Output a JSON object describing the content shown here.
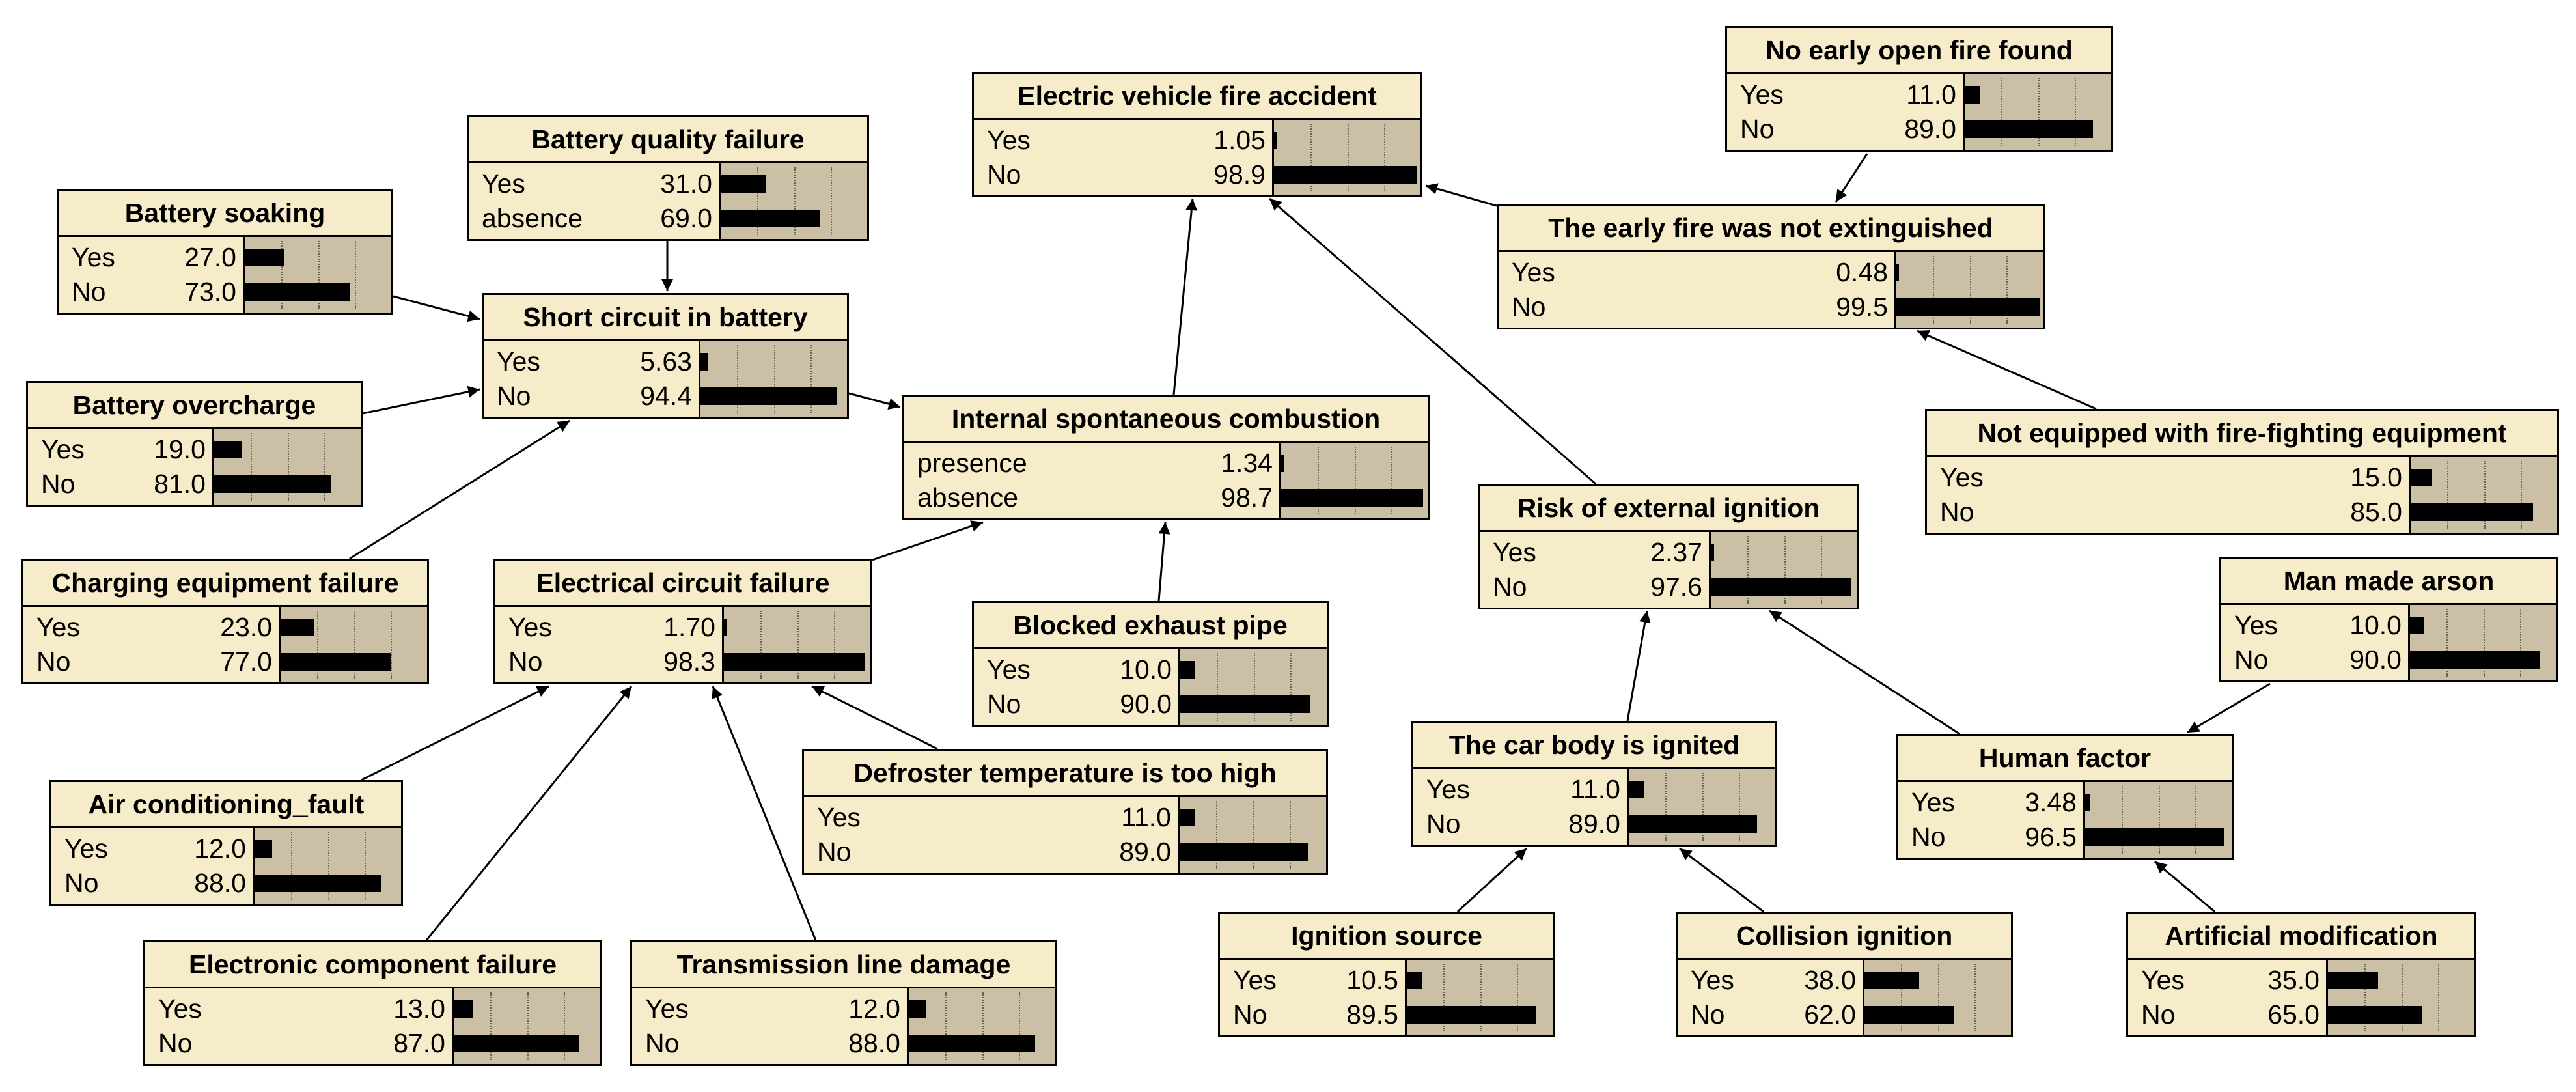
{
  "colors": {
    "node_fill": "#f6ecc9",
    "bar_panel": "#cbbfa6",
    "bar": "#000000",
    "edge": "#000000"
  },
  "nodes": {
    "ev_fire": {
      "title": "Electric vehicle fire accident",
      "states": [
        {
          "name": "Yes",
          "value": "1.05",
          "fraction": 0.0105
        },
        {
          "name": "No",
          "value": "98.9",
          "fraction": 0.989
        }
      ]
    },
    "early_fire": {
      "title": "No early open fire found",
      "states": [
        {
          "name": "Yes",
          "value": "11.0",
          "fraction": 0.11
        },
        {
          "name": "No",
          "value": "89.0",
          "fraction": 0.89
        }
      ]
    },
    "not_extinguished": {
      "title": "The early fire was not extinguished",
      "states": [
        {
          "name": "Yes",
          "value": "0.48",
          "fraction": 0.0048
        },
        {
          "name": "No",
          "value": "99.5",
          "fraction": 0.995
        }
      ]
    },
    "not_equipped": {
      "title": "Not equipped with fire-fighting equipment",
      "states": [
        {
          "name": "Yes",
          "value": "15.0",
          "fraction": 0.15
        },
        {
          "name": "No",
          "value": "85.0",
          "fraction": 0.85
        }
      ]
    },
    "battery_quality": {
      "title": "Battery quality failure",
      "states": [
        {
          "name": "Yes",
          "value": "31.0",
          "fraction": 0.31
        },
        {
          "name": "absence",
          "value": "69.0",
          "fraction": 0.69
        }
      ]
    },
    "battery_soaking": {
      "title": "Battery soaking",
      "states": [
        {
          "name": "Yes",
          "value": "27.0",
          "fraction": 0.27
        },
        {
          "name": "No",
          "value": "73.0",
          "fraction": 0.73
        }
      ]
    },
    "short_circuit": {
      "title": "Short circuit in battery",
      "states": [
        {
          "name": "Yes",
          "value": "5.63",
          "fraction": 0.0563
        },
        {
          "name": "No",
          "value": "94.4",
          "fraction": 0.944
        }
      ]
    },
    "battery_overcharge": {
      "title": "Battery overcharge",
      "states": [
        {
          "name": "Yes",
          "value": "19.0",
          "fraction": 0.19
        },
        {
          "name": "No",
          "value": "81.0",
          "fraction": 0.81
        }
      ]
    },
    "internal_combustion": {
      "title": "Internal spontaneous combustion",
      "states": [
        {
          "name": "presence",
          "value": "1.34",
          "fraction": 0.0134
        },
        {
          "name": "absence",
          "value": "98.7",
          "fraction": 0.987
        }
      ]
    },
    "charging_failure": {
      "title": "Charging equipment failure",
      "states": [
        {
          "name": "Yes",
          "value": "23.0",
          "fraction": 0.23
        },
        {
          "name": "No",
          "value": "77.0",
          "fraction": 0.77
        }
      ]
    },
    "electrical_circuit": {
      "title": "Electrical circuit failure",
      "states": [
        {
          "name": "Yes",
          "value": "1.70",
          "fraction": 0.017
        },
        {
          "name": "No",
          "value": "98.3",
          "fraction": 0.983
        }
      ]
    },
    "blocked_exhaust": {
      "title": "Blocked exhaust pipe",
      "states": [
        {
          "name": "Yes",
          "value": "10.0",
          "fraction": 0.1
        },
        {
          "name": "No",
          "value": "90.0",
          "fraction": 0.9
        }
      ]
    },
    "external_ignition": {
      "title": "Risk of external ignition",
      "states": [
        {
          "name": "Yes",
          "value": "2.37",
          "fraction": 0.0237
        },
        {
          "name": "No",
          "value": "97.6",
          "fraction": 0.976
        }
      ]
    },
    "man_made_arson": {
      "title": "Man made arson",
      "states": [
        {
          "name": "Yes",
          "value": "10.0",
          "fraction": 0.1
        },
        {
          "name": "No",
          "value": "90.0",
          "fraction": 0.9
        }
      ]
    },
    "car_body_ignited": {
      "title": "The car body is ignited",
      "states": [
        {
          "name": "Yes",
          "value": "11.0",
          "fraction": 0.11
        },
        {
          "name": "No",
          "value": "89.0",
          "fraction": 0.89
        }
      ]
    },
    "human_factor": {
      "title": "Human factor",
      "states": [
        {
          "name": "Yes",
          "value": "3.48",
          "fraction": 0.0348
        },
        {
          "name": "No",
          "value": "96.5",
          "fraction": 0.965
        }
      ]
    },
    "defroster": {
      "title": "Defroster temperature is too high",
      "states": [
        {
          "name": "Yes",
          "value": "11.0",
          "fraction": 0.11
        },
        {
          "name": "No",
          "value": "89.0",
          "fraction": 0.89
        }
      ]
    },
    "air_conditioning": {
      "title": "Air conditioning_fault",
      "states": [
        {
          "name": "Yes",
          "value": "12.0",
          "fraction": 0.12
        },
        {
          "name": "No",
          "value": "88.0",
          "fraction": 0.88
        }
      ]
    },
    "electronic_component": {
      "title": "Electronic component failure",
      "states": [
        {
          "name": "Yes",
          "value": "13.0",
          "fraction": 0.13
        },
        {
          "name": "No",
          "value": "87.0",
          "fraction": 0.87
        }
      ]
    },
    "transmission_line": {
      "title": "Transmission line damage",
      "states": [
        {
          "name": "Yes",
          "value": "12.0",
          "fraction": 0.12
        },
        {
          "name": "No",
          "value": "88.0",
          "fraction": 0.88
        }
      ]
    },
    "ignition_source": {
      "title": "Ignition source",
      "states": [
        {
          "name": "Yes",
          "value": "10.5",
          "fraction": 0.105
        },
        {
          "name": "No",
          "value": "89.5",
          "fraction": 0.895
        }
      ]
    },
    "collision_ignition": {
      "title": "Collision ignition",
      "states": [
        {
          "name": "Yes",
          "value": "38.0",
          "fraction": 0.38
        },
        {
          "name": "No",
          "value": "62.0",
          "fraction": 0.62
        }
      ]
    },
    "artificial_modification": {
      "title": "Artificial modification",
      "states": [
        {
          "name": "Yes",
          "value": "35.0",
          "fraction": 0.35
        },
        {
          "name": "No",
          "value": "65.0",
          "fraction": 0.65
        }
      ]
    }
  },
  "edges": [
    {
      "from": "early_fire",
      "to": "not_extinguished"
    },
    {
      "from": "not_extinguished",
      "to": "ev_fire"
    },
    {
      "from": "not_equipped",
      "to": "not_extinguished"
    },
    {
      "from": "internal_combustion",
      "to": "ev_fire"
    },
    {
      "from": "external_ignition",
      "to": "ev_fire"
    },
    {
      "from": "battery_quality",
      "to": "short_circuit"
    },
    {
      "from": "battery_soaking",
      "to": "short_circuit"
    },
    {
      "from": "battery_overcharge",
      "to": "short_circuit"
    },
    {
      "from": "charging_failure",
      "to": "short_circuit"
    },
    {
      "from": "short_circuit",
      "to": "internal_combustion"
    },
    {
      "from": "electrical_circuit",
      "to": "internal_combustion"
    },
    {
      "from": "blocked_exhaust",
      "to": "internal_combustion"
    },
    {
      "from": "air_conditioning",
      "to": "electrical_circuit"
    },
    {
      "from": "electronic_component",
      "to": "electrical_circuit"
    },
    {
      "from": "transmission_line",
      "to": "electrical_circuit"
    },
    {
      "from": "defroster",
      "to": "electrical_circuit"
    },
    {
      "from": "car_body_ignited",
      "to": "external_ignition"
    },
    {
      "from": "human_factor",
      "to": "external_ignition"
    },
    {
      "from": "man_made_arson",
      "to": "human_factor"
    },
    {
      "from": "artificial_modification",
      "to": "human_factor"
    },
    {
      "from": "ignition_source",
      "to": "car_body_ignited"
    },
    {
      "from": "collision_ignition",
      "to": "car_body_ignited"
    }
  ]
}
